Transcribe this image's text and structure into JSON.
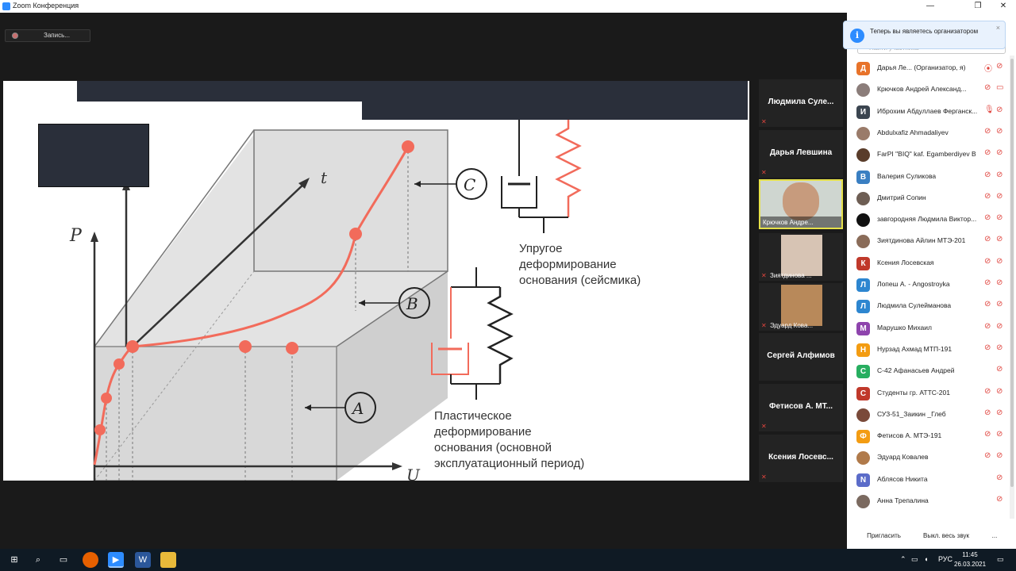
{
  "window": {
    "title": "Zoom Конференция",
    "min": "—",
    "max": "❐",
    "close": "✕"
  },
  "recording": {
    "label": "Запись..."
  },
  "slide": {
    "axis_p": "P",
    "axis_t": "t",
    "axis_u": "U",
    "label_a": "A",
    "label_b": "B",
    "label_c": "C",
    "elastic_caption": [
      "Упругое",
      "деформирование",
      "основания (сейсмика)"
    ],
    "plastic_caption": [
      "Пластическое",
      "деформирование",
      "основания (основной",
      "эксплуатационный период)"
    ]
  },
  "video_tiles": [
    {
      "name": "Людмила  Суле...",
      "muted": true
    },
    {
      "name": "Дарья Левшина",
      "muted": true
    },
    {
      "name": "Крючков Андре...",
      "muted": false
    },
    {
      "name": "Зиятдинова ...",
      "muted": true
    },
    {
      "name": "Эдуард Кова...",
      "muted": true
    },
    {
      "name": "Сергей Алфимов",
      "muted": false
    },
    {
      "name": "Фетисов А.  МТ...",
      "muted": true
    },
    {
      "name": "Ксения  Лосевс...",
      "muted": true
    }
  ],
  "panel": {
    "notice": "Теперь вы являетесь организатором",
    "notice_close": "×",
    "search_placeholder": "Найти участника",
    "participants": [
      {
        "initial": "Д",
        "color": "#e8732a",
        "name": "Дарья Ле... (Организатор, я)",
        "mic": "⦿",
        "cam": "⊘"
      },
      {
        "initial": "",
        "color": "#8b7d7a",
        "name": "Крючков Андрей Александ...",
        "mic": "⊘",
        "cam": "▭"
      },
      {
        "initial": "И",
        "color": "#3b4550",
        "name": "Иброхим Абдуллаев Ферганск...",
        "mic": "🎙",
        "cam": "⊘"
      },
      {
        "initial": "",
        "color": "#9a7b6a",
        "name": "Abdulxafiz Ahmadaliyev",
        "mic": "⊘",
        "cam": "⊘"
      },
      {
        "initial": "",
        "color": "#5a3d2b",
        "name": "FarPI \"BIQ\" kaf. Egamberdiyev B",
        "mic": "⊘",
        "cam": "⊘"
      },
      {
        "initial": "В",
        "color": "#3a7fc2",
        "name": "Валерия Суликова",
        "mic": "⊘",
        "cam": "⊘"
      },
      {
        "initial": "",
        "color": "#6e5e54",
        "name": "Дмитрий Сопин",
        "mic": "⊘",
        "cam": "⊘"
      },
      {
        "initial": "",
        "color": "#111111",
        "name": "завгородняя Людмила Виктор...",
        "mic": "⊘",
        "cam": "⊘"
      },
      {
        "initial": "",
        "color": "#8a6c59",
        "name": "Зиятдинова Айлин МТЭ-201",
        "mic": "⊘",
        "cam": "⊘"
      },
      {
        "initial": "К",
        "color": "#c0392b",
        "name": "Ксения Лосевская",
        "mic": "⊘",
        "cam": "⊘"
      },
      {
        "initial": "Л",
        "color": "#2d86d0",
        "name": "Лопеш А. - Angostroyka",
        "mic": "⊘",
        "cam": "⊘"
      },
      {
        "initial": "Л",
        "color": "#2d86d0",
        "name": "Людмила Сулейманова",
        "mic": "⊘",
        "cam": "⊘"
      },
      {
        "initial": "М",
        "color": "#8e44ad",
        "name": "Марушко Михаил",
        "mic": "⊘",
        "cam": "⊘"
      },
      {
        "initial": "Н",
        "color": "#f39c12",
        "name": "Нурзад Ахмад МТП-191",
        "mic": "⊘",
        "cam": "⊘"
      },
      {
        "initial": "С",
        "color": "#27ae60",
        "name": "С-42 Афанасьев Андрей",
        "mic": "",
        "cam": "⊘"
      },
      {
        "initial": "С",
        "color": "#c0392b",
        "name": "Студенты гр. АТТС-201",
        "mic": "⊘",
        "cam": "⊘"
      },
      {
        "initial": "",
        "color": "#7a4a3a",
        "name": "СУЗ-51_Заикин _Глеб",
        "mic": "⊘",
        "cam": "⊘"
      },
      {
        "initial": "Ф",
        "color": "#f39c12",
        "name": "Фетисов А.  МТЭ-191",
        "mic": "⊘",
        "cam": "⊘"
      },
      {
        "initial": "",
        "color": "#b07a4a",
        "name": "Эдуард Ковалев",
        "mic": "⊘",
        "cam": "⊘"
      },
      {
        "initial": "N",
        "color": "#5b6cc9",
        "name": "Аблясов Никита",
        "mic": "",
        "cam": "⊘"
      },
      {
        "initial": "",
        "color": "#7b6a60",
        "name": "Анна Трепалина",
        "mic": "",
        "cam": "⊘"
      }
    ],
    "invite": "Пригласить",
    "mute_all": "Выкл. весь звук",
    "more": "..."
  },
  "taskbar": {
    "lang": "РУС",
    "time": "11:45",
    "date": "26.03.2021"
  }
}
